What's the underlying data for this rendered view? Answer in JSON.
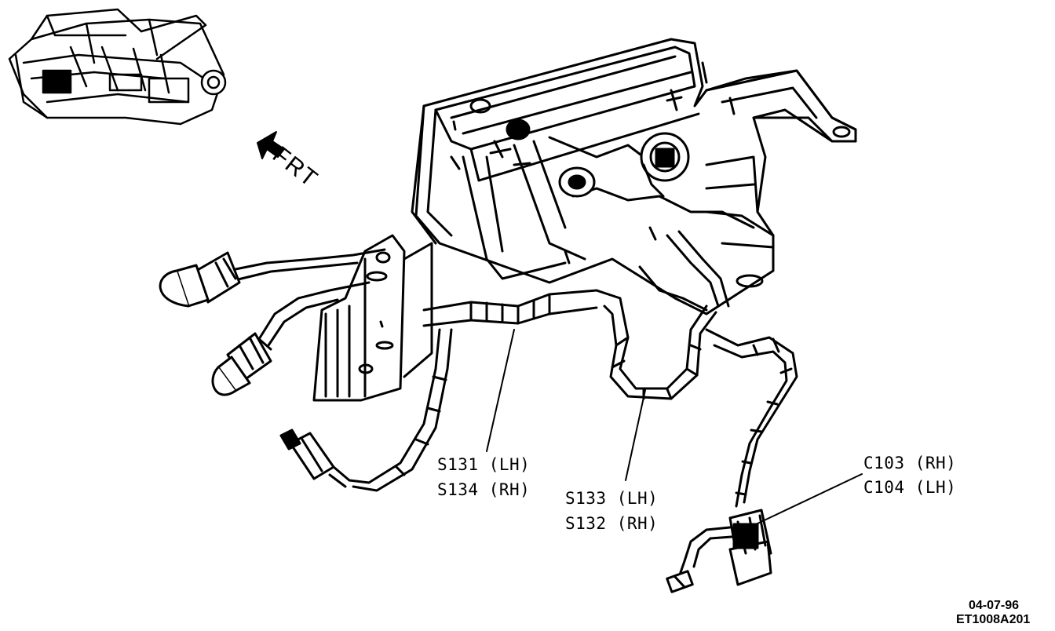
{
  "orientation": {
    "label": "FRT"
  },
  "callouts": {
    "splice_a": {
      "line1": "S131 (LH)",
      "line2": "S134 (RH)"
    },
    "splice_b": {
      "line1": "S133 (LH)",
      "line2": "S132 (RH)"
    },
    "connector": {
      "line1": "C103 (RH)",
      "line2": "C104 (LH)"
    }
  },
  "footer": {
    "date": "04-07-96",
    "code": "ET1008A201"
  }
}
